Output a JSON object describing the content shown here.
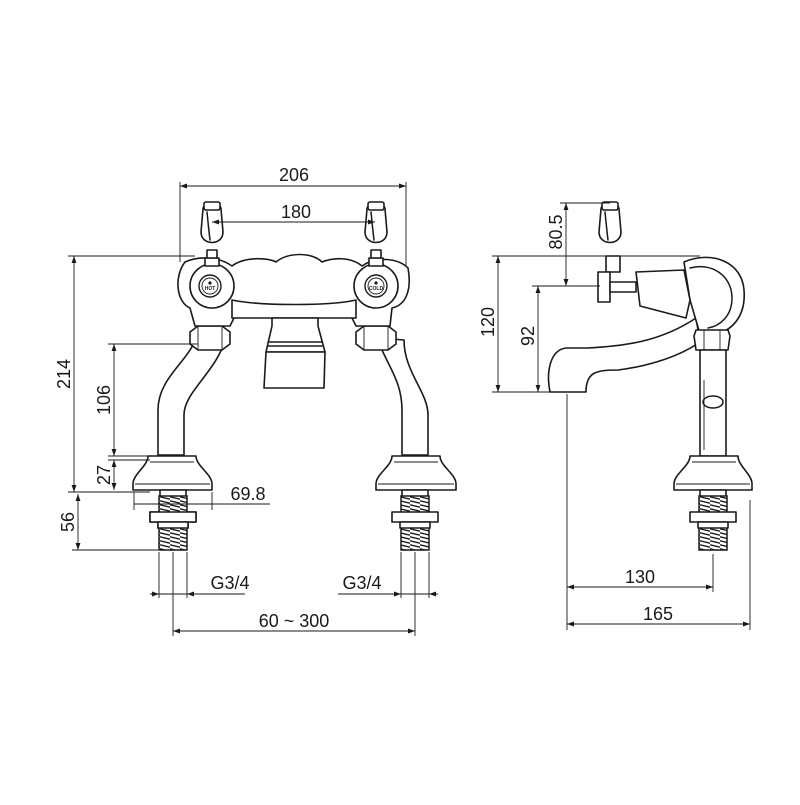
{
  "front_view": {
    "dim_overall_width": "206",
    "dim_handle_centres": "180",
    "dim_total_height": "214",
    "dim_leg_height": "106",
    "dim_shroud_height": "27",
    "dim_tail_length": "56",
    "dim_flange_diameter": "69.8",
    "dim_thread_left": "G3/4",
    "dim_thread_right": "G3/4",
    "dim_centres_range": "60 ~ 300",
    "hot_label": "HOT",
    "cold_label": "COLD"
  },
  "side_view": {
    "dim_handle_height": "80.5",
    "dim_body_height": "120",
    "dim_spout_height": "92",
    "dim_spout_projection": "130",
    "dim_overall_depth": "165"
  }
}
